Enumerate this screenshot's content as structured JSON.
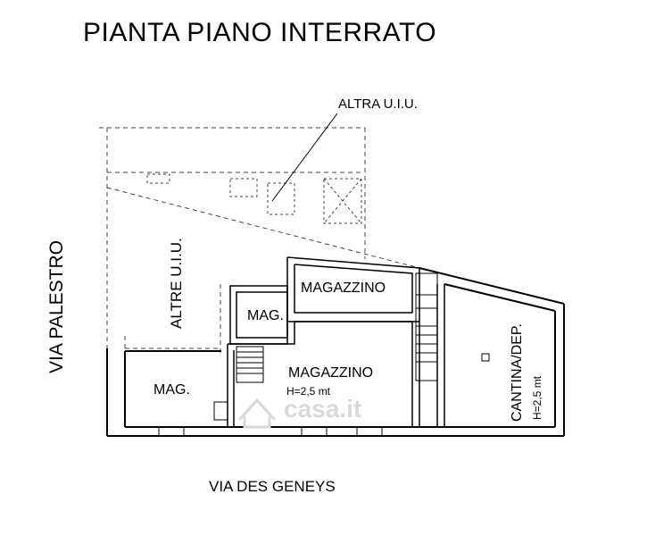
{
  "title": "PIANTA PIANO INTERRATO",
  "streets": {
    "left": "VIA PALESTRO",
    "bottom": "VIA DES GENEYS"
  },
  "labels": {
    "altra_uiu": "ALTRA U.I.U.",
    "altre_uiu": "ALTRE U.I.U."
  },
  "rooms": {
    "magazzino_top": "MAGAZZINO",
    "mag_small": "MAG.",
    "mag_left": "MAG.",
    "magazzino_main": "MAGAZZINO",
    "magazzino_main_height": "H=2,5 mt",
    "cantina": "CANTINA/DEP.",
    "cantina_height": "H=2,5 mt"
  },
  "watermark": "casa.it",
  "colors": {
    "line": "#000000",
    "dashed": "#444444",
    "watermark": "#d9d9d9",
    "background": "#ffffff"
  }
}
